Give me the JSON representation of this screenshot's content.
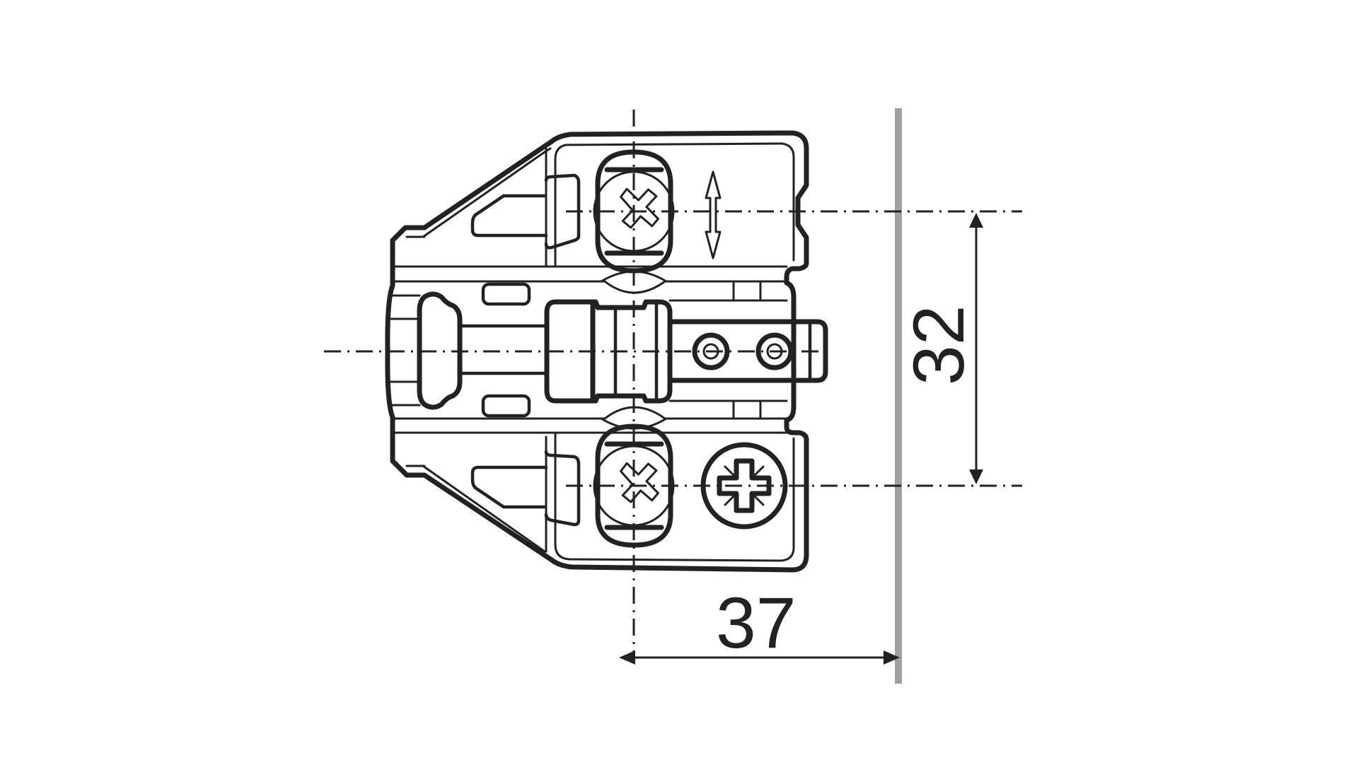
{
  "drawing": {
    "subject": "hinge mounting plate with cam adjustment",
    "line_color": "#222222",
    "reference_edge_color": "#a0a0a0",
    "background": "#ffffff"
  },
  "dimensions": {
    "horizontal": {
      "label": "37",
      "from": "screw-center-line",
      "to": "cabinet-front-edge"
    },
    "vertical": {
      "label": "32",
      "from": "upper-screw-axis",
      "to": "lower-screw-axis"
    }
  },
  "symbols": {
    "adjustment_arrow": "double-arrow-vertical",
    "screw_top": "phillips-screw",
    "screw_bottom": "phillips-screw",
    "screw_pozi": "pozidriv-screw",
    "cam_dots": [
      "cam-dot-1",
      "cam-dot-2"
    ]
  }
}
